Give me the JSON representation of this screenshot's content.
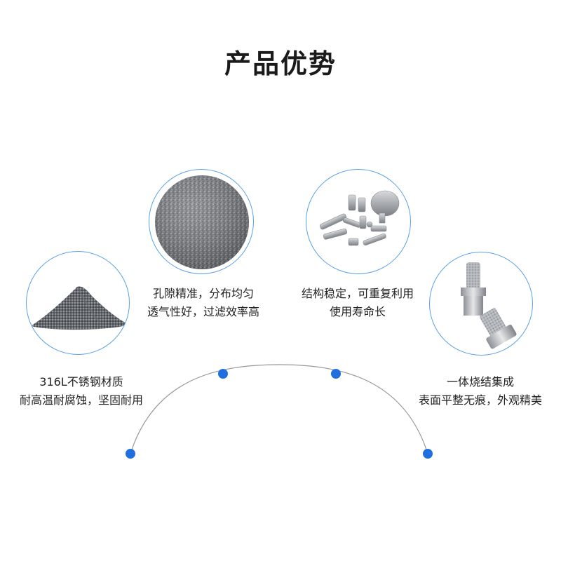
{
  "title": "产品优势",
  "items": [
    {
      "icon": "powder-pile-icon",
      "line1": "316L不锈钢材质",
      "line2": "耐高温耐腐蚀，坚固耐用"
    },
    {
      "icon": "porous-texture-icon",
      "line1": "孔隙精准，分布均匀",
      "line2": "透气性好，过滤效率高"
    },
    {
      "icon": "filter-parts-icon",
      "line1": "结构稳定，可重复利用",
      "line2": "使用寿命长"
    },
    {
      "icon": "sintered-filter-icon",
      "line1": "一体烧结集成",
      "line2": "表面平整无痕，外观精美"
    }
  ],
  "colors": {
    "accent": "#1f6fe0",
    "circle_border": "#5aa0e6",
    "arc": "#999999"
  }
}
